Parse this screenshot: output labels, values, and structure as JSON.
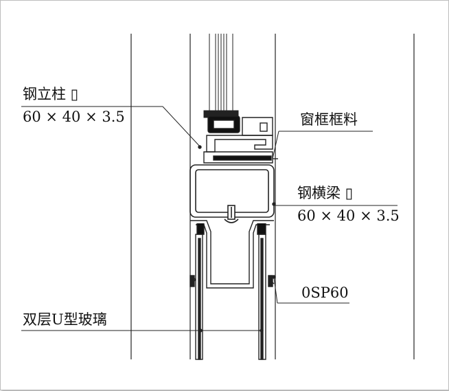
{
  "labels": {
    "steel_column": "钢立柱 ▯",
    "steel_column_dims": "60 × 40 × 3.5",
    "window_frame": "窗框框料",
    "steel_beam": "钢横梁 ▯",
    "steel_beam_dims": "60 × 40 × 3.5",
    "profile": "0SP60",
    "u_glass": "双层U型玻璃"
  }
}
